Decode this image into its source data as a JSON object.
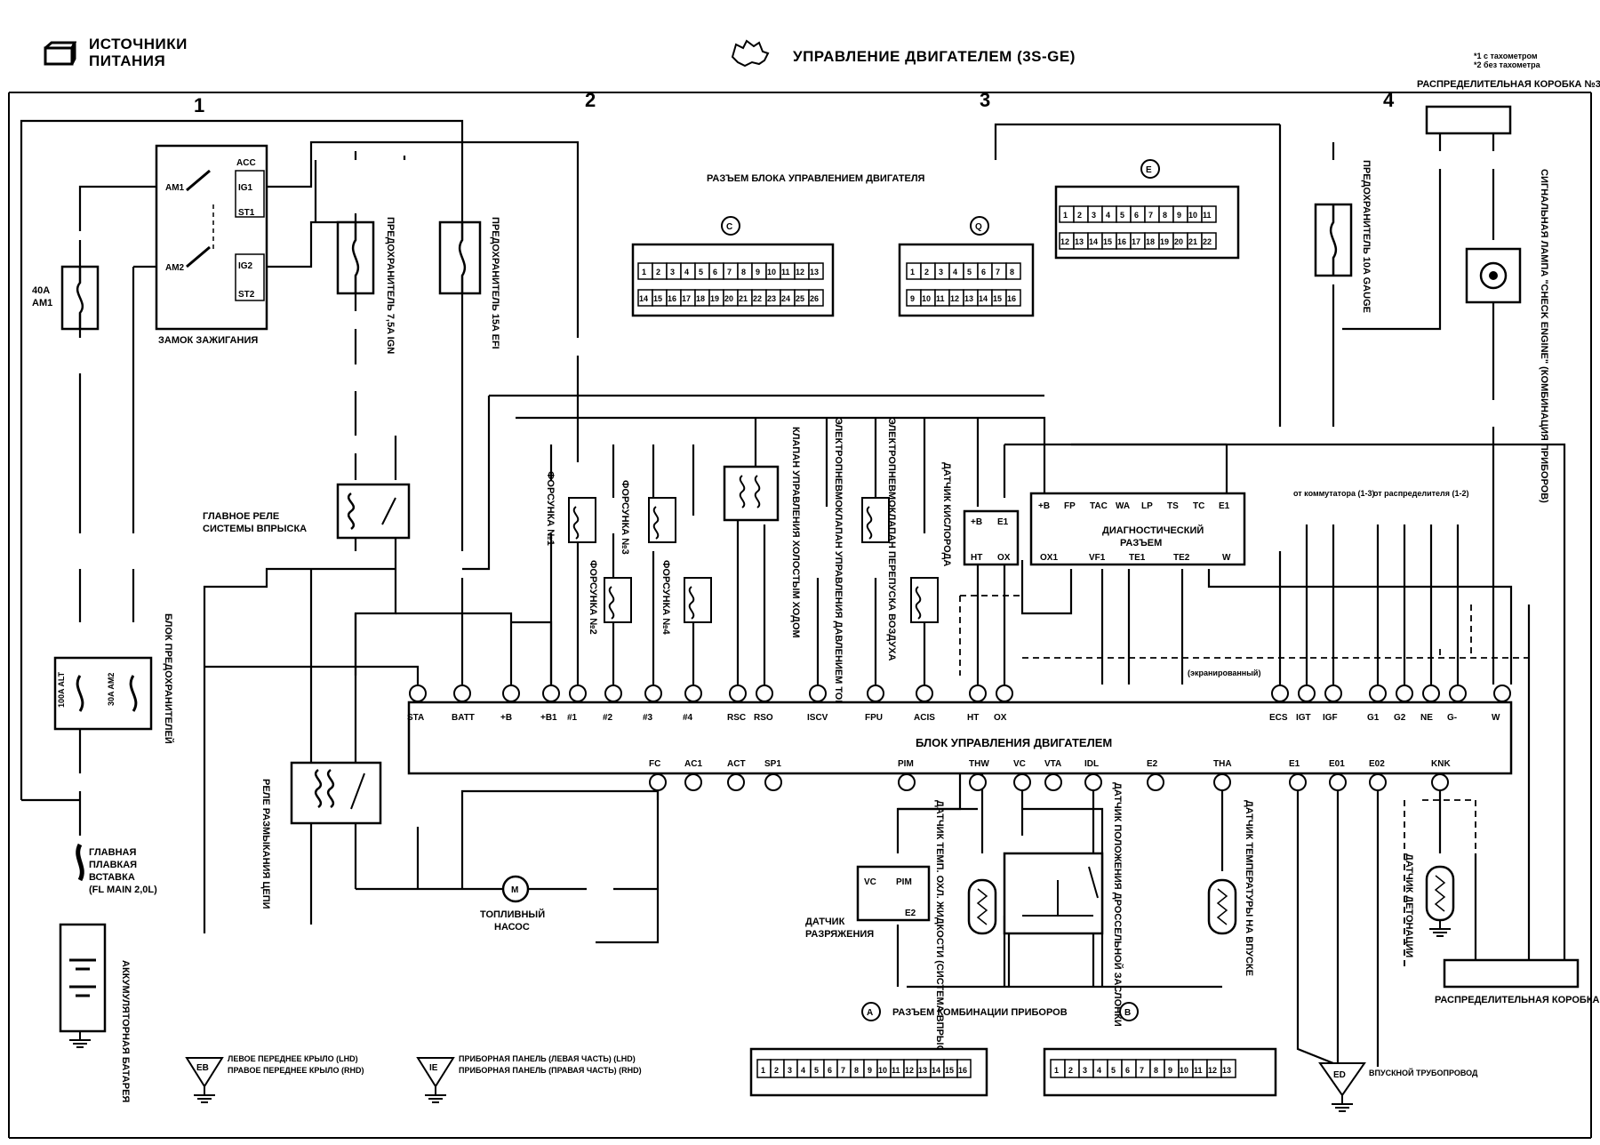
{
  "header": {
    "section_title": "ИСТОЧНИКИ ПИТАНИЯ",
    "section_title_l1": "ИСТОЧНИКИ",
    "section_title_l2": "ПИТАНИЯ",
    "title": "УПРАВЛЕНИЕ ДВИГАТЕЛЕМ (3S-GE)",
    "legend_1": "*1 с тахометром",
    "legend_2": "*2 без тахометра",
    "icon_left": "battery-box-icon",
    "icon_title": "engine-icon"
  },
  "columns": [
    "1",
    "2",
    "3",
    "4"
  ],
  "connectors": {
    "c_letter": "C",
    "q_letter": "Q",
    "e_letter": "E",
    "a_letter": "A",
    "b_letter": "B",
    "c_row1": [
      "1",
      "2",
      "3",
      "4",
      "5",
      "6",
      "7",
      "8",
      "9",
      "10",
      "11",
      "12",
      "13"
    ],
    "c_row2": [
      "14",
      "15",
      "16",
      "17",
      "18",
      "19",
      "20",
      "21",
      "22",
      "23",
      "24",
      "25",
      "26"
    ],
    "q_row1": [
      "1",
      "2",
      "3",
      "4",
      "5",
      "6",
      "7",
      "8"
    ],
    "q_row2": [
      "9",
      "10",
      "11",
      "12",
      "13",
      "14",
      "15",
      "16"
    ],
    "e_row1": [
      "1",
      "2",
      "3",
      "4",
      "5",
      "6",
      "7",
      "8",
      "9",
      "10",
      "11"
    ],
    "e_row2": [
      "12",
      "13",
      "14",
      "15",
      "16",
      "17",
      "18",
      "19",
      "20",
      "21",
      "22"
    ],
    "a_pins": [
      "1",
      "2",
      "3",
      "4",
      "5",
      "6",
      "7",
      "8",
      "9",
      "10",
      "11",
      "12",
      "13",
      "14",
      "15",
      "16"
    ],
    "b_pins": [
      "1",
      "2",
      "3",
      "4",
      "5",
      "6",
      "7",
      "8",
      "9",
      "10",
      "11",
      "12",
      "13"
    ],
    "ecu_connector_title": "РАЗЪЕМ БЛОКА УПРАВЛЕНИЕМ ДВИГАТЕЛЯ",
    "combo_connector_title": "РАЗЪЕМ КОМБИНАЦИИ ПРИБОРОВ"
  },
  "components": {
    "ignition_switch": "ЗАМОК ЗАЖИГАНИЯ",
    "fuse_am1": "40A AM1",
    "fuse_am1_l1": "40A",
    "fuse_am1_l2": "AM1",
    "fuse_igp": "ПРЕДОХРАНИТЕЛЬ 7,5A IGN",
    "fuse_efi": "ПРЕДОХРАНИТЕЛЬ 15A EFI",
    "fuse_gauge": "ПРЕДОХРАНИТЕЛЬ 10A GAUGE",
    "main_relay_l1": "ГЛАВНОЕ РЕЛЕ",
    "main_relay_l2": "СИСТЕМЫ ВПРЫСКА",
    "fuse_block": "БЛОК ПРЕДОХРАНИТЕЛЕЙ",
    "fuse_alt": "100A ALT",
    "fuse_am2": "30A AM2",
    "circuit_relay": "РЕЛЕ РАЗМЫКАНИЯ ЦЕПИ",
    "fusible_link_l1": "ГЛАВНАЯ",
    "fusible_link_l2": "ПЛАВКАЯ",
    "fusible_link_l3": "ВСТАВКА",
    "fusible_link_l4": "(FL MAIN 2,0L)",
    "battery": "АККУМУЛЯТОРНАЯ БАТАРЕЯ",
    "injector_1": "ФОРСУНКА №1",
    "injector_2": "ФОРСУНКА №2",
    "injector_3": "ФОРСУНКА №3",
    "injector_4": "ФОРСУНКА №4",
    "idle_valve": "КЛАПАН УПРАВЛЕНИЯ ХОЛОСТЫМ ХОДОМ",
    "vsv_pressure": "ЭЛЕКТРОПНЕВМОКЛАПАН УПРАВЛЕНИЯ ДАВЛЕНИЕМ ТОПЛИВА",
    "vsv_air": "ЭЛЕКТРОПНЕВМОКЛАПАН ПЕРЕПУСКА ВОЗДУХА",
    "o2_sensor": "ДАТЧИК КИСЛОРОДА",
    "diag_l1": "ДИАГНОСТИЧЕСКИЙ",
    "diag_l2": "РАЗЪЕМ",
    "ecu": "БЛОК УПРАВЛЕНИЯ ДВИГАТЕЛЕМ",
    "fuel_pump_l1": "ТОПЛИВНЫЙ",
    "fuel_pump_l2": "НАСОС",
    "vacuum_sensor_l1": "ДАТЧИК",
    "vacuum_sensor_l2": "РАЗРЯЖЕНИЯ",
    "coolant_sensor": "ДАТЧИК ТЕМП. ОХЛ. ЖИДКОСТИ (СИСТЕМА ВПРЫСКА)",
    "throttle_sensor": "ДАТЧИК ПОЛОЖЕНИЯ ДРОССЕЛЬНОЙ ЗАСЛОНКИ",
    "intake_temp": "ДАТЧИК ТЕМПЕРАТУРЫ НА ВПУСКЕ",
    "knock_sensor": "ДАТЧИК ДЕТОНАЦИИ",
    "junction_box_3": "РАСПРЕДЕЛИТЕЛЬНАЯ КОРОБКА №3",
    "junction_box": "РАСПРЕДЕЛИТЕЛЬНАЯ КОРОБКА",
    "check_engine": "СИГНАЛЬНАЯ ЛАМПА \"CHECK ENGINE\" (КОМБИНАЦИЯ ПРИБОРОВ)",
    "ground_eb_l1": "ЛЕВОЕ ПЕРЕДНЕЕ КРЫЛО (LHD)",
    "ground_eb_l2": "ПРАВОЕ ПЕРЕДНЕЕ КРЫЛО (RHD)",
    "ground_ie_l1": "ПРИБОРНАЯ ПАНЕЛЬ (ЛЕВАЯ ЧАСТЬ) (LHD)",
    "ground_ie_l2": "ПРИБОРНАЯ ПАНЕЛЬ (ПРАВАЯ ЧАСТЬ) (RHD)",
    "ground_ed": "ВПУСКНОЙ ТРУБОПРОВОД",
    "from_comm": "от коммутатора (1-3)",
    "from_dist": "от распределителя (1-2)",
    "shielded": "(экранированный)"
  },
  "ecu_pins_top": [
    "STA",
    "BATT",
    "+B",
    "+B1",
    "#1",
    "#2",
    "#3",
    "#4",
    "RSC",
    "RSO",
    "ISCV",
    "FPU",
    "ACIS",
    "HT",
    "OX",
    "ECS",
    "IGT",
    "IGF",
    "G1",
    "G2",
    "NE",
    "G-",
    "W"
  ],
  "ecu_pins_bottom": [
    "FC",
    "AC1",
    "ACT",
    "SP1",
    "PIM",
    "THW",
    "VC",
    "VTA",
    "IDL",
    "E2",
    "THA",
    "E1",
    "E01",
    "E02",
    "KNK"
  ],
  "diag_pins_top": [
    "+B",
    "FP",
    "TAC",
    "WA",
    "LP",
    "TS",
    "TC",
    "E1"
  ],
  "diag_pins_bottom": [
    "OX1",
    "VF1",
    "TE1",
    "TE2",
    "W"
  ],
  "ground_codes": [
    "EB",
    "IE",
    "ED"
  ]
}
